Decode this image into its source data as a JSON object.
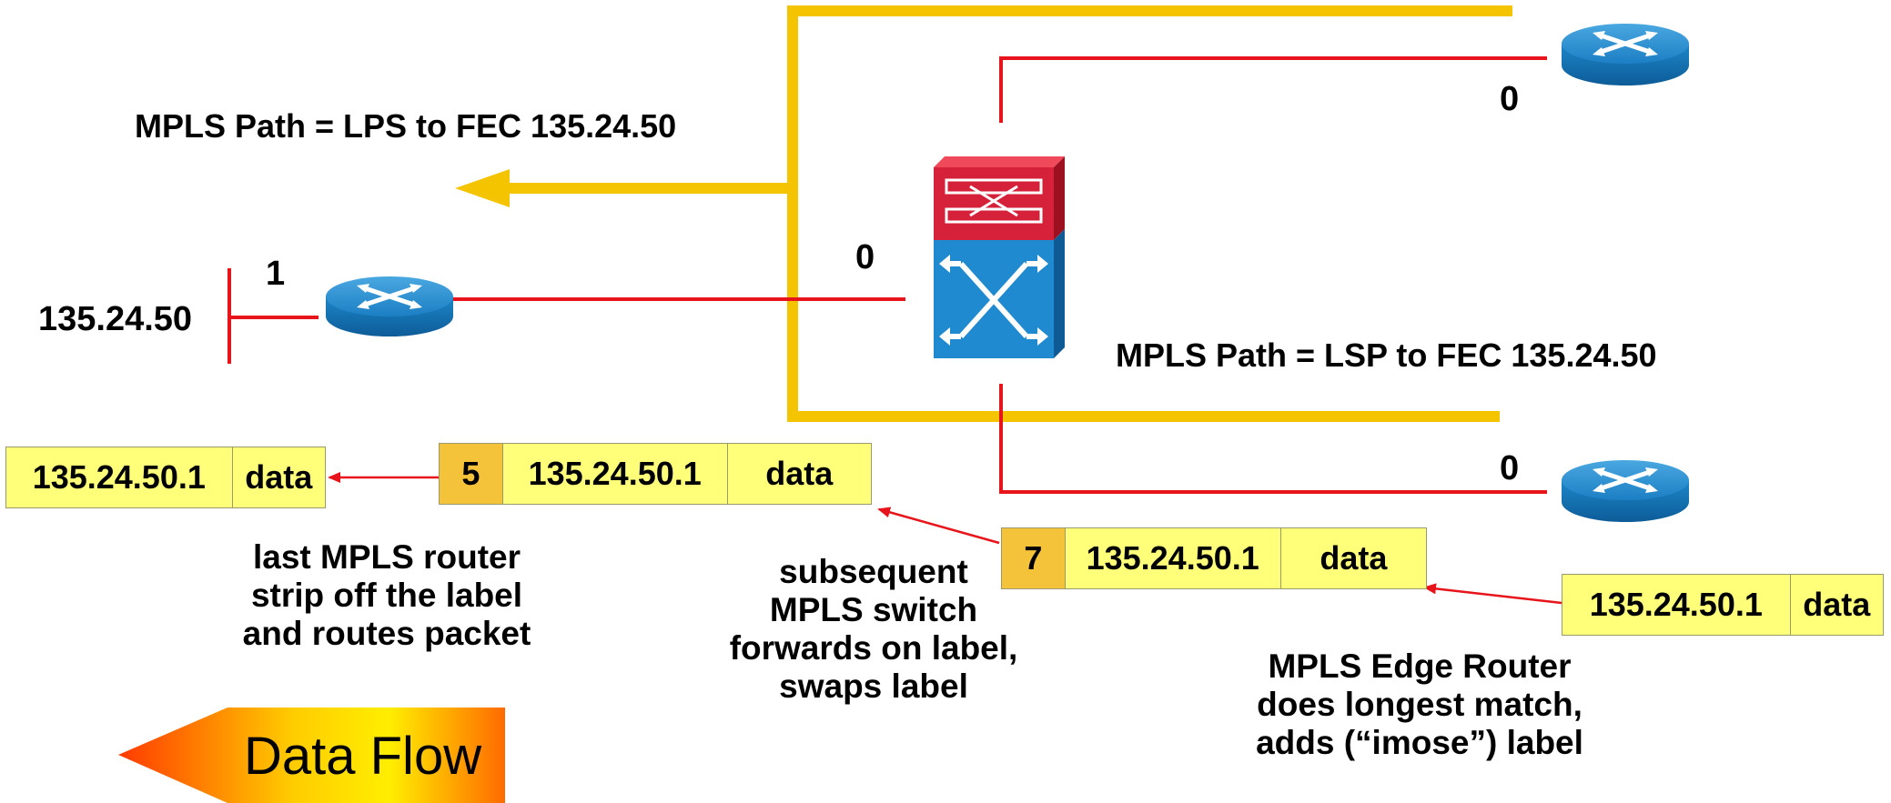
{
  "path_labels": {
    "top": "MPLS Path = LPS to FEC 135.24.50",
    "right": "MPLS Path = LSP to FEC 135.24.50"
  },
  "network": {
    "destination": "135.24.50",
    "label_values": [
      "1",
      "0",
      "0",
      "0"
    ]
  },
  "packets": {
    "final": {
      "ip": "135.24.50.1",
      "data": "data"
    },
    "after_swap": {
      "label": "5",
      "ip": "135.24.50.1",
      "data": "data"
    },
    "after_edge": {
      "label": "7",
      "ip": "135.24.50.1",
      "data": "data"
    },
    "incoming": {
      "ip": "135.24.50.1",
      "data": "data"
    }
  },
  "captions": {
    "last_router": [
      "last MPLS router",
      "strip off the label",
      "and routes packet"
    ],
    "switch": [
      "subsequent",
      "MPLS switch",
      "forwards on label,",
      "swaps label"
    ],
    "edge_router": [
      "MPLS Edge Router",
      "does longest match,",
      "adds (“imose”) label"
    ]
  },
  "data_flow": "Data Flow",
  "colors": {
    "lsp_path": "#f5c400",
    "links": "#e8141b",
    "packet_fill": "#ffff7a",
    "label_fill": "#f5c33a"
  }
}
